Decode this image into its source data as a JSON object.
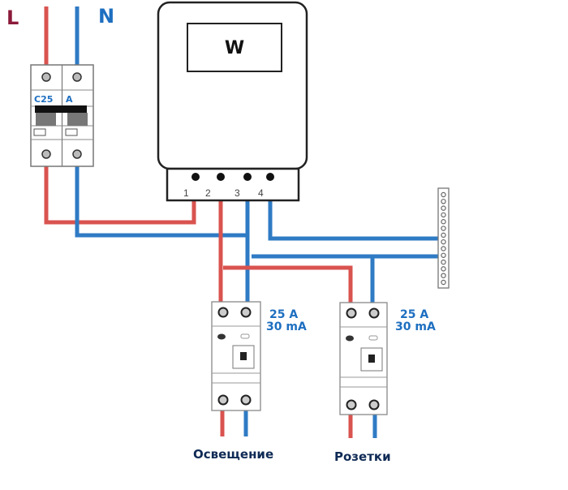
{
  "diagram": {
    "title": "Electrical panel wiring: meter, main breaker, RCDs",
    "phase_label": "L",
    "neutral_label": "N",
    "colors": {
      "phase_wire": "#d9534f",
      "neutral_wire": "#2f7bc4",
      "phase_label": "#8b1a3a",
      "neutral_label": "#1e6fc0",
      "rating_text": "#1e6fc0",
      "caption_text": "#0f2a55"
    },
    "main_breaker": {
      "rating": "C25",
      "pole_label": "A"
    },
    "meter": {
      "display_label": "W",
      "terminals": [
        "1",
        "2",
        "3",
        "4"
      ]
    },
    "neutral_bus": {
      "hole_count": 14
    },
    "rcds": [
      {
        "current": "25 A",
        "leakage": "30 mA",
        "circuit": "Освещение"
      },
      {
        "current": "25 A",
        "leakage": "30 mA",
        "circuit": "Розетки"
      }
    ]
  }
}
